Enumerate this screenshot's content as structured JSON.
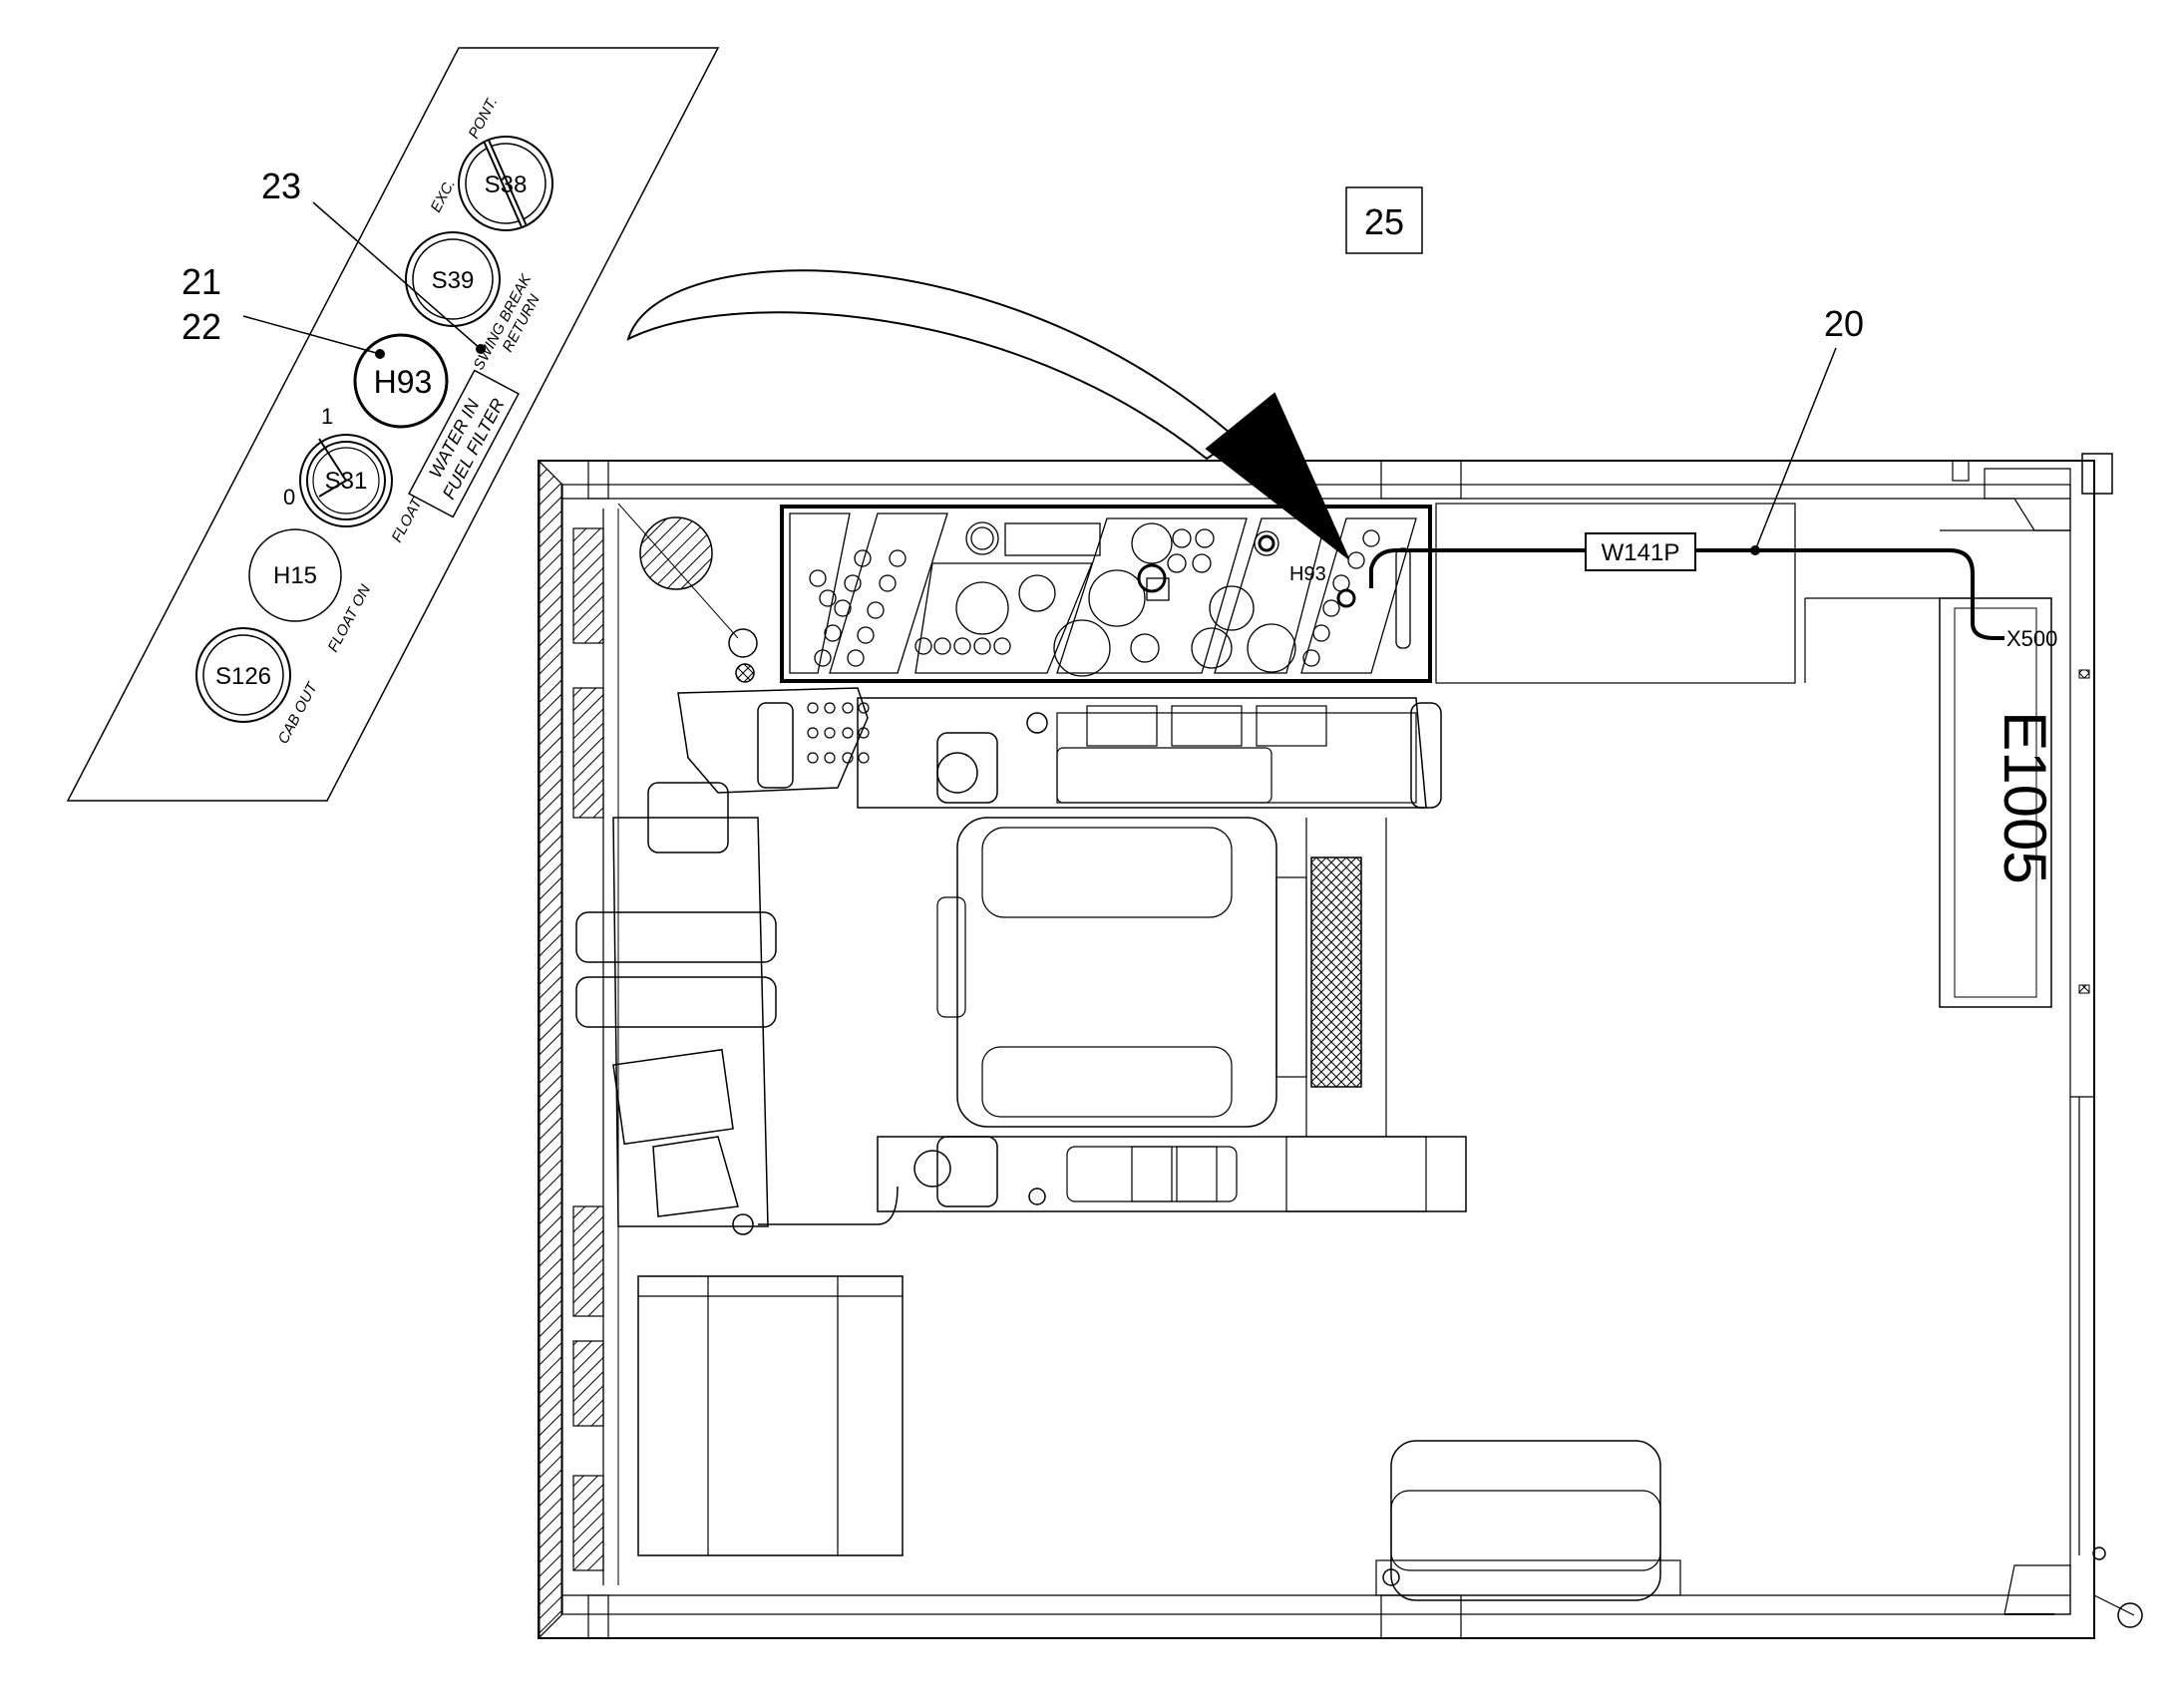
{
  "callouts": {
    "c20": "20",
    "c21": "21",
    "c22": "22",
    "c23": "23",
    "c25": "25"
  },
  "panel": {
    "s38": "S38",
    "s38_exc": "EXC.",
    "s38_pont": "PONT.",
    "s39": "S39",
    "swing_break": "SWING BREAK",
    "return": "RETURN",
    "h93": "H93",
    "water_in": "WATER IN",
    "fuel_filter": "FUEL FILTER",
    "s31": "S31",
    "s31_zero": "0",
    "s31_one": "1",
    "float": "FLOAT",
    "h15": "H15",
    "float_on": "FLOAT ON",
    "s126": "S126",
    "cab_out": "CAB OUT"
  },
  "cab": {
    "h93_label": "H93",
    "connector": "W141P",
    "plug": "X500",
    "module": "E1005"
  }
}
